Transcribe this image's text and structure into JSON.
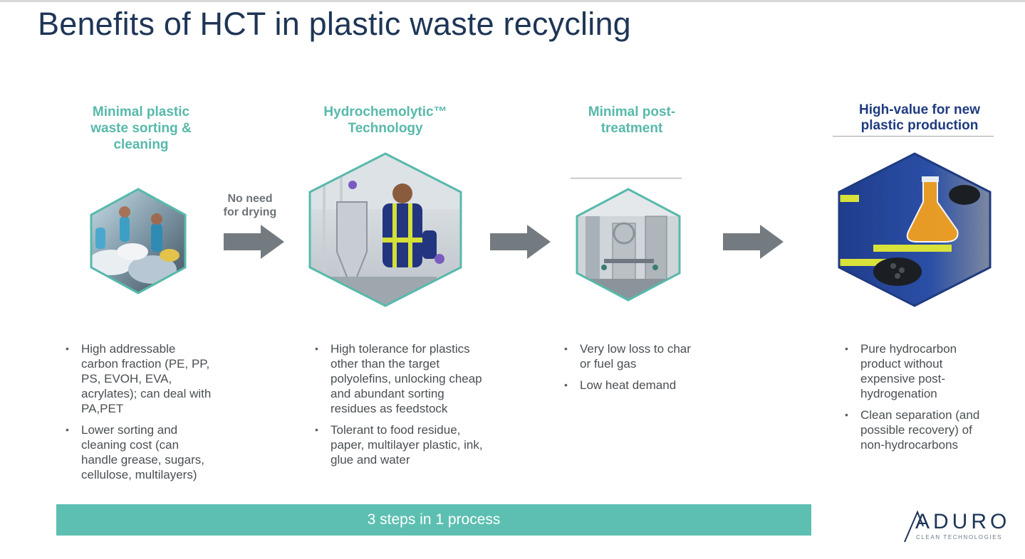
{
  "slide": {
    "title": "Benefits of HCT in plastic waste recycling",
    "colors": {
      "title": "#1e3556",
      "teal": "#57b9ab",
      "navy": "#1f3b80",
      "arrow": "#737b80",
      "banner": "#5dbfb1"
    }
  },
  "steps": [
    {
      "heading": [
        "Minimal plastic",
        "waste sorting &",
        "cleaning"
      ],
      "image": "waste-sorting-photo",
      "bullets": [
        "High addressable carbon fraction (PE, PP, PS, EVOH, EVA, acrylates); can deal with  PA,PET",
        "Lower sorting and cleaning cost (can handle  grease, sugars, cellulose, multilayers)"
      ]
    },
    {
      "heading": [
        "Hydrochemolytic™",
        "Technology"
      ],
      "image": "reactor-operator-photo",
      "bullets": [
        "High tolerance for plastics other than the target  polyolefins, unlocking cheap and abundant sorting residues as feedstock",
        "Tolerant  to food residue, paper, multilayer plastic, ink, glue and water"
      ]
    },
    {
      "heading": [
        "Minimal post-",
        "treatment"
      ],
      "image": "processing-equipment-photo",
      "bullets": [
        "Very low loss to char or fuel gas",
        "Low heat demand"
      ]
    },
    {
      "heading": [
        "High-value for new",
        "plastic production"
      ],
      "image": "hydrocarbon-flask-photo",
      "bullets": [
        "Pure hydrocarbon product without expensive post-hydrogenation",
        "Clean separation (and possible recovery) of non-hydrocarbons"
      ]
    }
  ],
  "arrows": [
    {
      "caption": [
        "No need",
        "for drying"
      ]
    },
    {
      "caption": []
    },
    {
      "caption": []
    }
  ],
  "banner": {
    "text": "3 steps in 1 process"
  },
  "logo": {
    "word": "ADURO",
    "tagline": "CLEAN TECHNOLOGIES"
  }
}
